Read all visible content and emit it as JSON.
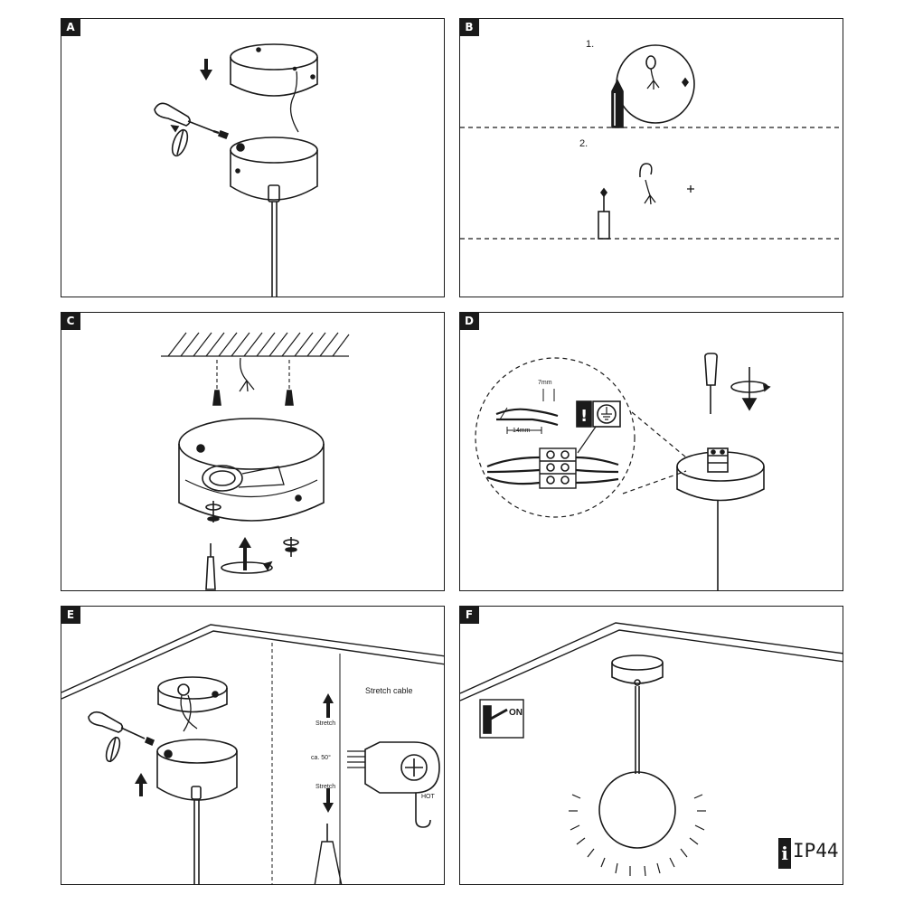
{
  "panels": {
    "a": {
      "label": "A"
    },
    "b": {
      "label": "B",
      "step1": "1.",
      "step2": "2."
    },
    "c": {
      "label": "C"
    },
    "d": {
      "label": "D",
      "strip_7": "7mm",
      "strip_14": "14mm"
    },
    "e": {
      "label": "E",
      "stretch_cable": "Stretch cable",
      "stretch_top": "Stretch",
      "angle": "ca. 50°",
      "stretch_bottom": "Stretch",
      "hot": "HOT"
    },
    "f": {
      "label": "F",
      "switch_on": "ON",
      "ip_rating": "IP44",
      "info_glyph": "i"
    }
  },
  "colors": {
    "ink": "#1a1a1a",
    "paper": "#ffffff"
  }
}
